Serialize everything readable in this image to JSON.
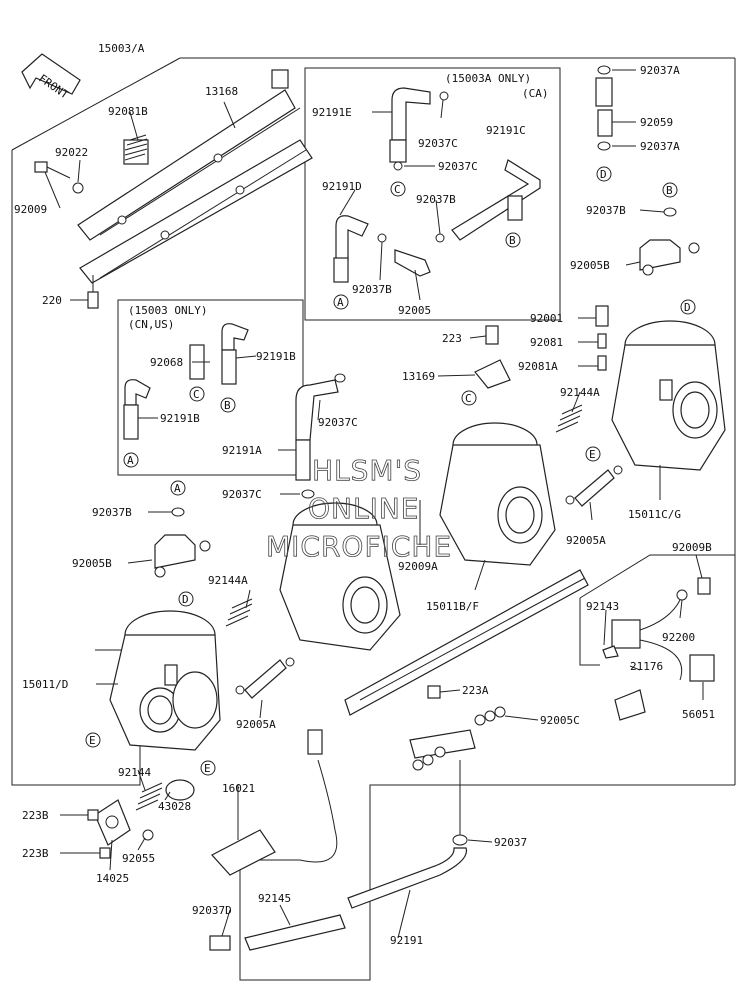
{
  "front_label": "FRONT",
  "watermark": [
    "HLSM'S",
    "ONLINE",
    "MICROFICHE"
  ],
  "notes": {
    "n1": "(15003A ONLY)",
    "n1b": "(CA)",
    "n2": "(15003 ONLY)",
    "n2b": "(CN,US)"
  },
  "parts": {
    "p15003A": "15003/A",
    "p13168": "13168",
    "p92081B": "92081B",
    "p92022": "92022",
    "p92009": "92009",
    "p220": "220",
    "p92191E": "92191E",
    "p92037C_1": "92037C",
    "p92037C_2": "92037C",
    "p92191C": "92191C",
    "p92191D": "92191D",
    "p92037B_1": "92037B",
    "p92037B_2": "92037B",
    "p92005_1": "92005",
    "p92037A_1": "92037A",
    "p92059": "92059",
    "p92037A_2": "92037A",
    "p92037B_3": "92037B",
    "p92005B_1": "92005B",
    "p92068": "92068",
    "p92191B_1": "92191B",
    "p92191B_2": "92191B",
    "p223": "223",
    "p92001": "92001",
    "p92081": "92081",
    "p13169": "13169",
    "p92081A": "92081A",
    "p92144A_1": "92144A",
    "p92037C_3": "92037C",
    "p92191A": "92191A",
    "p92037C_4": "92037C",
    "p15011CG": "15011C/G",
    "p92037B_4": "92037B",
    "p92005B_2": "92005B",
    "p92009A": "92009A",
    "p92005A_1": "92005A",
    "p92009B": "92009B",
    "p92144A_2": "92144A",
    "p15011BF": "15011B/F",
    "p92143": "92143",
    "p92200": "92200",
    "p21176": "21176",
    "p15011D": "15011/D",
    "p223A": "223A",
    "p56051": "56051",
    "p92005A_2": "92005A",
    "p92005C": "92005C",
    "p92144": "92144",
    "p16021": "16021",
    "p223B_1": "223B",
    "p43028": "43028",
    "p92055": "92055",
    "p223B_2": "223B",
    "p14025": "14025",
    "p92037": "92037",
    "p92145": "92145",
    "p92037D": "92037D",
    "p92191": "92191"
  },
  "refs": {
    "A": "A",
    "B": "B",
    "C": "C",
    "D": "D",
    "E": "E"
  }
}
